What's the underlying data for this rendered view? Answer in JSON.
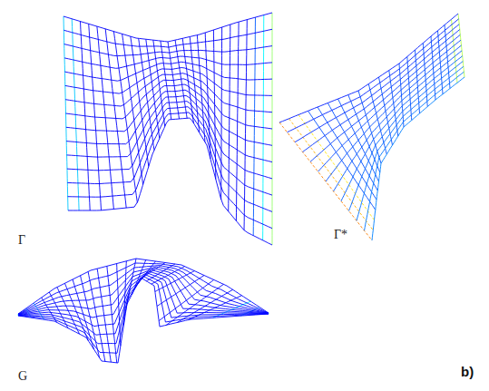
{
  "diagram": {
    "labels": [
      "Γ",
      "Γ*",
      "G",
      "b)"
    ]
  }
}
